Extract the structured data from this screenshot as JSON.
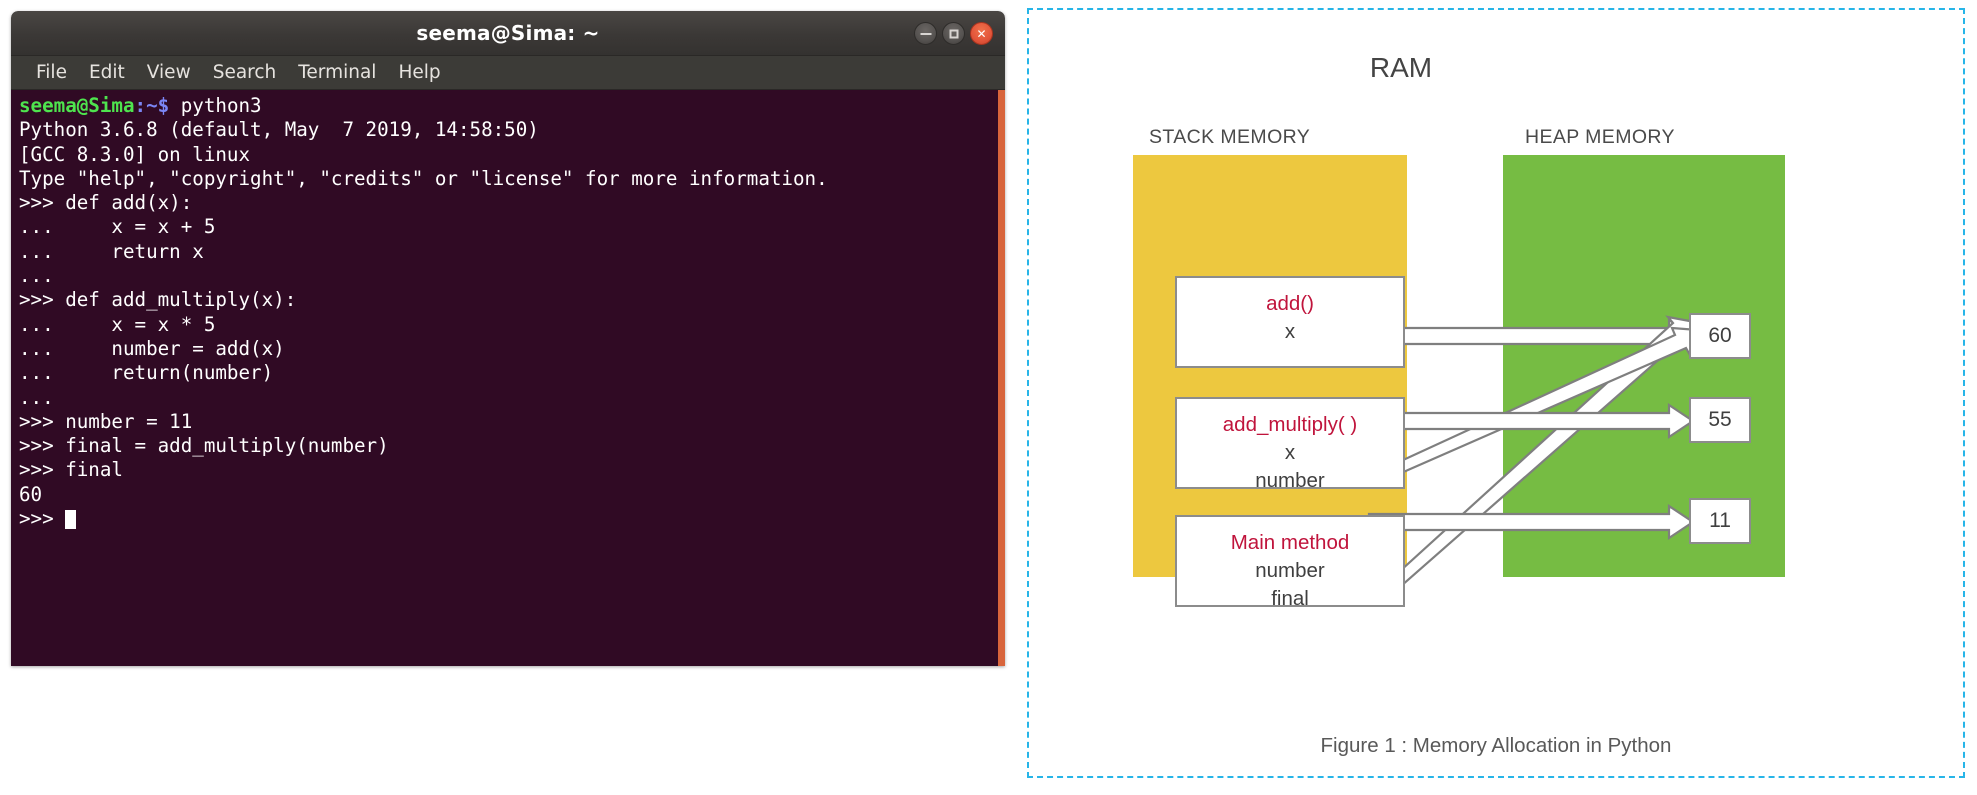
{
  "terminal": {
    "title": "seema@Sima: ~",
    "menu": [
      "File",
      "Edit",
      "View",
      "Search",
      "Terminal",
      "Help"
    ],
    "window_controls": {
      "minimize": "minimize-button",
      "maximize": "maximize-button",
      "close": "close-button",
      "close_glyph": "✕"
    },
    "prompt_user": "seema@Sima",
    "prompt_path": ":~$",
    "lines": [
      {
        "type": "prompt",
        "user": "seema@Sima",
        "path": ":~$",
        "text": " python3"
      },
      {
        "type": "out",
        "text": "Python 3.6.8 (default, May  7 2019, 14:58:50)"
      },
      {
        "type": "out",
        "text": "[GCC 8.3.0] on linux"
      },
      {
        "type": "out",
        "text": "Type \"help\", \"copyright\", \"credits\" or \"license\" for more information."
      },
      {
        "type": "out",
        "text": ">>> def add(x):"
      },
      {
        "type": "out",
        "text": "...     x = x + 5"
      },
      {
        "type": "out",
        "text": "...     return x"
      },
      {
        "type": "out",
        "text": "... "
      },
      {
        "type": "out",
        "text": ">>> def add_multiply(x):"
      },
      {
        "type": "out",
        "text": "...     x = x * 5"
      },
      {
        "type": "out",
        "text": "...     number = add(x)"
      },
      {
        "type": "out",
        "text": "...     return(number)"
      },
      {
        "type": "out",
        "text": "... "
      },
      {
        "type": "out",
        "text": ">>> number = 11"
      },
      {
        "type": "out",
        "text": ">>> final = add_multiply(number)"
      },
      {
        "type": "out",
        "text": ">>> final"
      },
      {
        "type": "out",
        "text": "60"
      },
      {
        "type": "cursor",
        "text": ">>> "
      }
    ]
  },
  "diagram": {
    "title": "RAM",
    "stack_label": "STACK MEMORY",
    "heap_label": "HEAP MEMORY",
    "caption": "Figure 1 : Memory Allocation in Python",
    "colors": {
      "stack": "#edc83f",
      "heap": "#76bc43",
      "frame_title": "#c0143c",
      "border": "#27b5e8"
    },
    "stack_frames": [
      {
        "name": "add()",
        "vars": [
          "x"
        ]
      },
      {
        "name": "add_multiply( )",
        "vars": [
          "x",
          "number"
        ]
      },
      {
        "name": "Main method",
        "vars": [
          "number",
          "final"
        ]
      }
    ],
    "heap_values": [
      "60",
      "55",
      "11"
    ],
    "references": [
      {
        "from": "add().x",
        "to": "60"
      },
      {
        "from": "add_multiply().x",
        "to": "55"
      },
      {
        "from": "add_multiply().number",
        "to": "60"
      },
      {
        "from": "Main method.number",
        "to": "11"
      },
      {
        "from": "Main method.final",
        "to": "60"
      }
    ]
  }
}
